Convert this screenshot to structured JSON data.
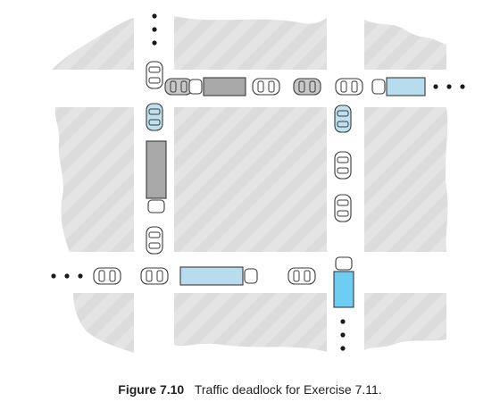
{
  "figure": {
    "label": "Figure 7.10",
    "title": "Traffic deadlock for Exercise 7.11."
  },
  "colors": {
    "block_fill": "#e4e4e4",
    "block_stripe": "#d6d6d6",
    "road": "#ffffff",
    "car_body": "#ffffff",
    "car_outline": "#3a3a3a",
    "car_grey": "#c8c8c8",
    "car_blue": "#bfe0ef",
    "truck_grey": "#a8a8a8",
    "truck_light_blue": "#b7dcee",
    "truck_cyan": "#6dcdf2",
    "dots": "#1a1a1a"
  },
  "icons": [
    "car-icon",
    "truck-icon",
    "ellipsis-dots"
  ]
}
